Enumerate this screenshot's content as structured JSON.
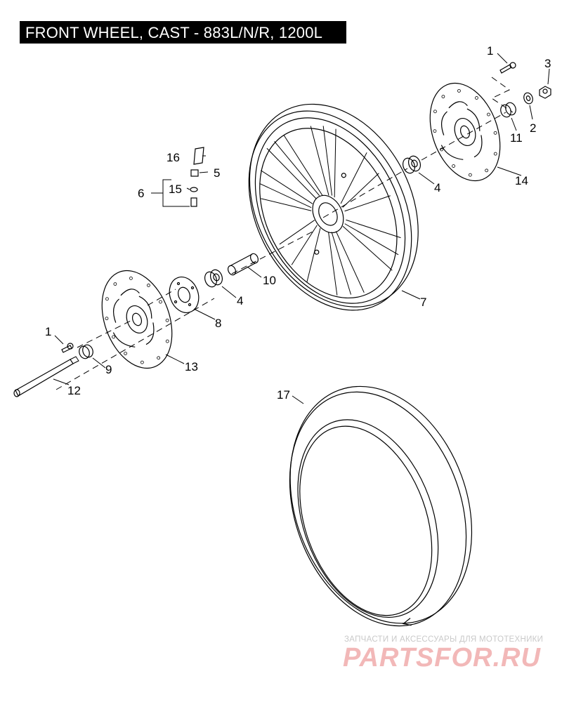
{
  "title": "FRONT WHEEL, CAST - 883L/N/R, 1200L",
  "callouts": {
    "c1a": "1",
    "c1b": "1",
    "c2": "2",
    "c3": "3",
    "c4a": "4",
    "c4b": "4",
    "c5": "5",
    "c6": "6",
    "c7": "7",
    "c8": "8",
    "c9": "9",
    "c10": "10",
    "c11": "11",
    "c12": "12",
    "c13": "13",
    "c14": "14",
    "c15": "15",
    "c16": "16",
    "c17": "17"
  },
  "watermark": {
    "tagline": "ЗАПЧАСТИ И АКСЕССУАРЫ ДЛЯ МОТОТЕХНИКИ",
    "logo": "PARTSFOR.RU"
  }
}
